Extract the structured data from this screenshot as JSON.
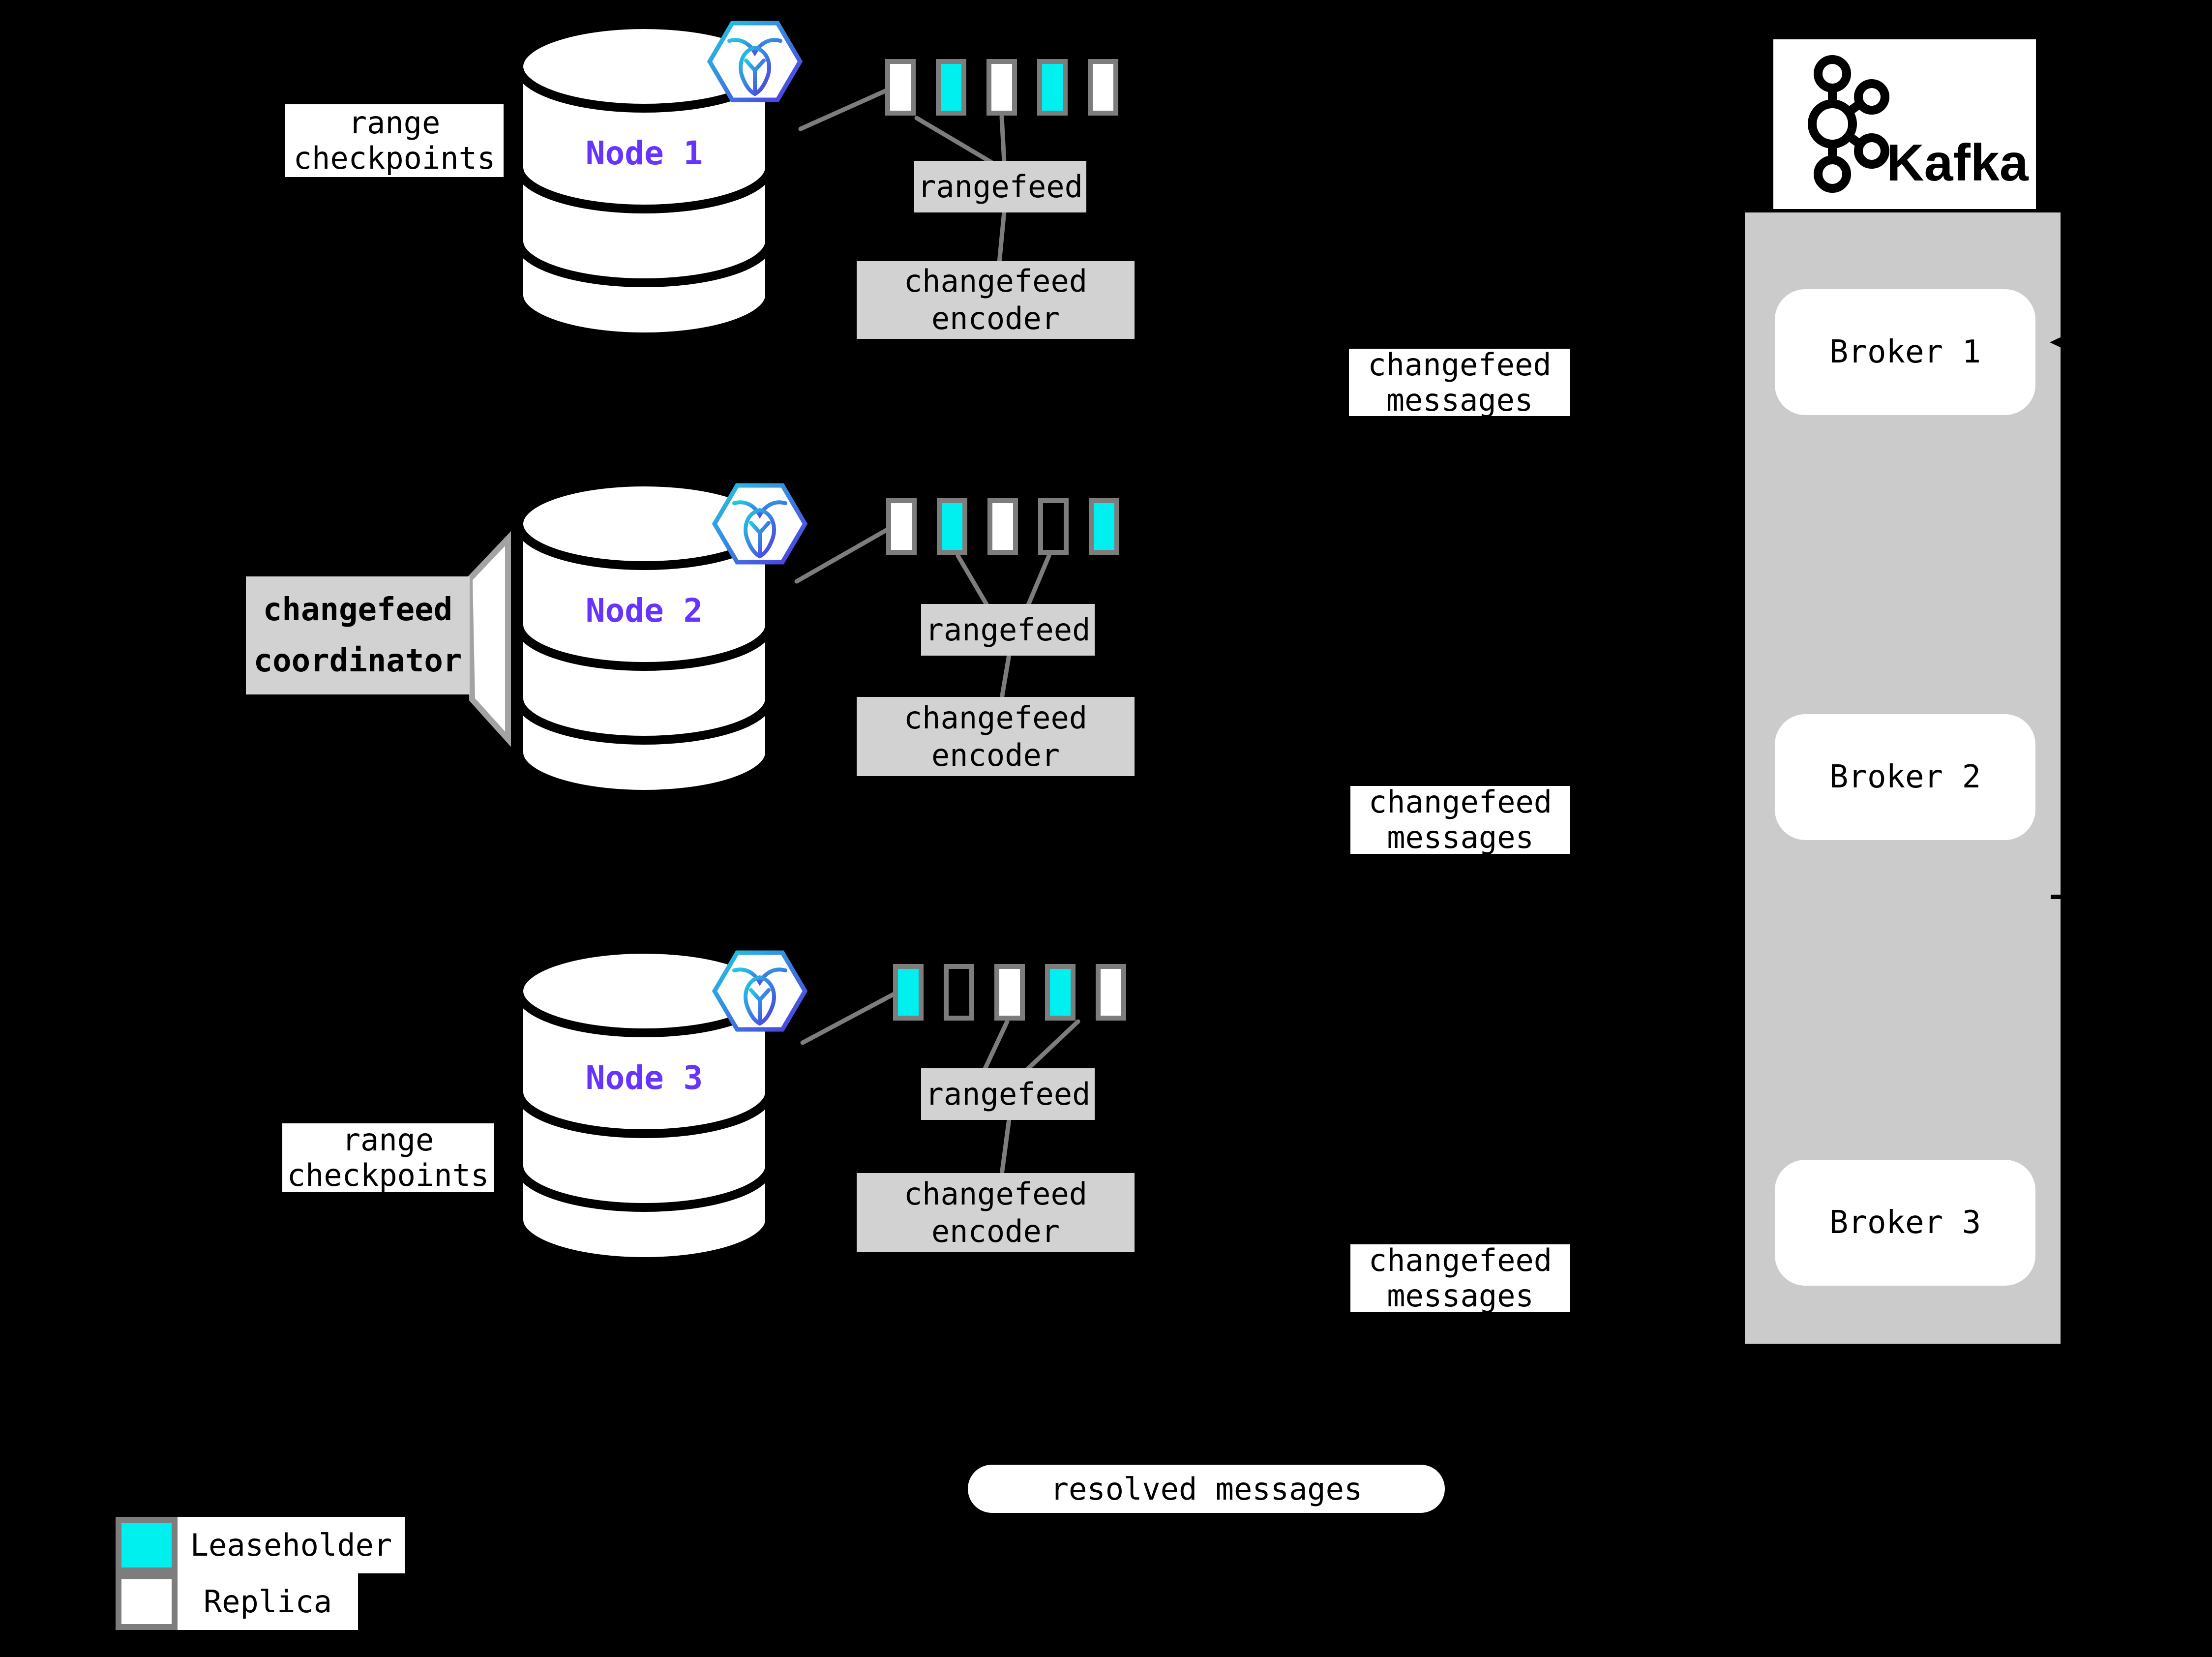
{
  "colors": {
    "background": "#000000",
    "leaseholder": "#00F0F0",
    "replica": "#FFFFFF",
    "node_label_purple": "#6633FF",
    "box_gray": "#D2D2D2",
    "container_gray": "#CBCBCB",
    "border_gray": "#7D7D7D",
    "connector_gray": "#7D7D7D",
    "cylinder_stroke": "#000000",
    "hexagon_gradient_start": "#21C9E2",
    "hexagon_gradient_end": "#5336E2"
  },
  "groups": [
    {
      "node_label": "Node 1",
      "side_label": "range\ncheckpoints",
      "ranges": [
        "replica",
        "leaseholder",
        "replica",
        "leaseholder",
        "replica"
      ],
      "rangefeed_label": "rangefeed",
      "encoder_label": "changefeed\nencoder",
      "messages_label": "changefeed\nmessages"
    },
    {
      "node_label": "Node 2",
      "coordinator_label": "changefeed\ncoordinator",
      "ranges": [
        "replica",
        "leaseholder",
        "replica",
        "empty",
        "leaseholder"
      ],
      "rangefeed_label": "rangefeed",
      "encoder_label": "changefeed\nencoder",
      "messages_label": "changefeed\nmessages"
    },
    {
      "node_label": "Node 3",
      "side_label": "range\ncheckpoints",
      "ranges": [
        "leaseholder",
        "empty",
        "replica",
        "leaseholder",
        "replica"
      ],
      "rangefeed_label": "rangefeed",
      "encoder_label": "changefeed\nencoder",
      "messages_label": "changefeed\nmessages"
    }
  ],
  "kafka": {
    "wordmark": "Kafka",
    "brokers": [
      "Broker 1",
      "Broker 2",
      "Broker 3"
    ]
  },
  "resolved_label": "resolved messages",
  "legend": {
    "leaseholder_label": "Leaseholder",
    "replica_label": "Replica"
  }
}
